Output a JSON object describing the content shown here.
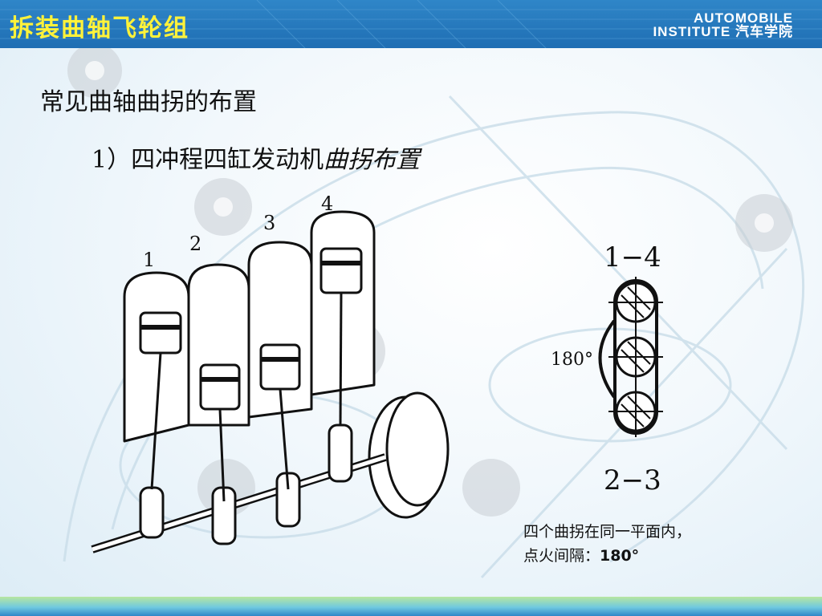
{
  "header": {
    "title": "拆装曲轴飞轮组",
    "brand_line1": "AUTOMOBILE",
    "brand_line2": "INSTITUTE 汽车学院"
  },
  "content": {
    "heading": "常见曲轴曲拐的布置",
    "subheading_number": "1）",
    "subheading_plain": "四冲程四缸发动机",
    "subheading_italic": "曲拐布置"
  },
  "diagram": {
    "cylinder_labels": [
      "1",
      "2",
      "3",
      "4"
    ]
  },
  "phase_diagram": {
    "top_label": "1−4",
    "bottom_label": "2−3",
    "angle_label": "180°"
  },
  "caption": {
    "line1": "四个曲拐在同一平面内，",
    "line2_prefix": "点火间隔：",
    "line2_value": "180°"
  },
  "colors": {
    "header_bg": "#1f6eb3",
    "title_yellow": "#fff23a",
    "footer_green": "#8fd28a"
  }
}
